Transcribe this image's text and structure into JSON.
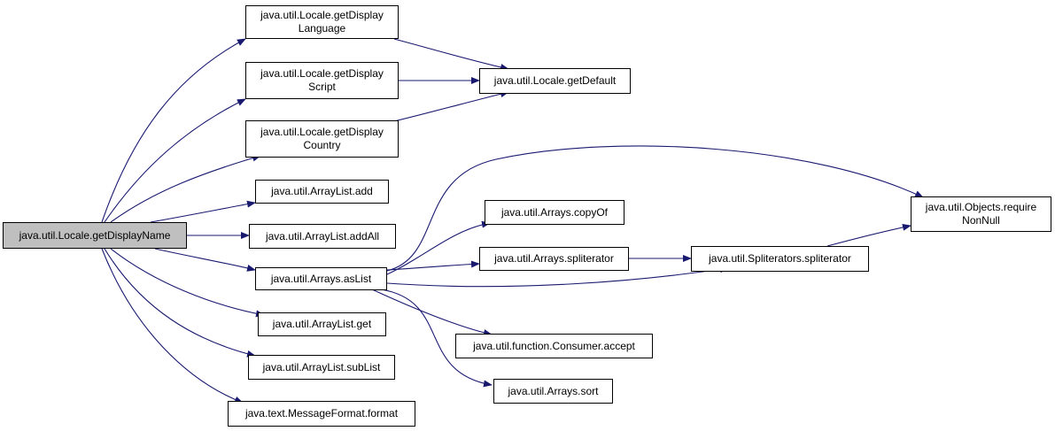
{
  "colors": {
    "edge": "#191970",
    "root_fill": "#bfbfbf",
    "node_fill": "#ffffff",
    "border": "#000000"
  },
  "nodes": {
    "root": {
      "lines": [
        "java.util.Locale.getDisplayName"
      ]
    },
    "getDisplayLanguage": {
      "lines": [
        "java.util.Locale.getDisplay",
        "Language"
      ]
    },
    "getDisplayScript": {
      "lines": [
        "java.util.Locale.getDisplay",
        "Script"
      ]
    },
    "getDisplayCountry": {
      "lines": [
        "java.util.Locale.getDisplay",
        "Country"
      ]
    },
    "getDefault": {
      "lines": [
        "java.util.Locale.getDefault"
      ]
    },
    "arrayListAdd": {
      "lines": [
        "java.util.ArrayList.add"
      ]
    },
    "arrayListAddAll": {
      "lines": [
        "java.util.ArrayList.addAll"
      ]
    },
    "arraysAsList": {
      "lines": [
        "java.util.Arrays.asList"
      ]
    },
    "arrayListGet": {
      "lines": [
        "java.util.ArrayList.get"
      ]
    },
    "arrayListSubList": {
      "lines": [
        "java.util.ArrayList.subList"
      ]
    },
    "messageFormat": {
      "lines": [
        "java.text.MessageFormat.format"
      ]
    },
    "arraysCopyOf": {
      "lines": [
        "java.util.Arrays.copyOf"
      ]
    },
    "arraysSpliterator": {
      "lines": [
        "java.util.Arrays.spliterator"
      ]
    },
    "consumerAccept": {
      "lines": [
        "java.util.function.Consumer.accept"
      ]
    },
    "arraysSort": {
      "lines": [
        "java.util.Arrays.sort"
      ]
    },
    "spliterators": {
      "lines": [
        "java.util.Spliterators.spliterator"
      ]
    },
    "requireNonNull": {
      "lines": [
        "java.util.Objects.require",
        "NonNull"
      ]
    }
  }
}
